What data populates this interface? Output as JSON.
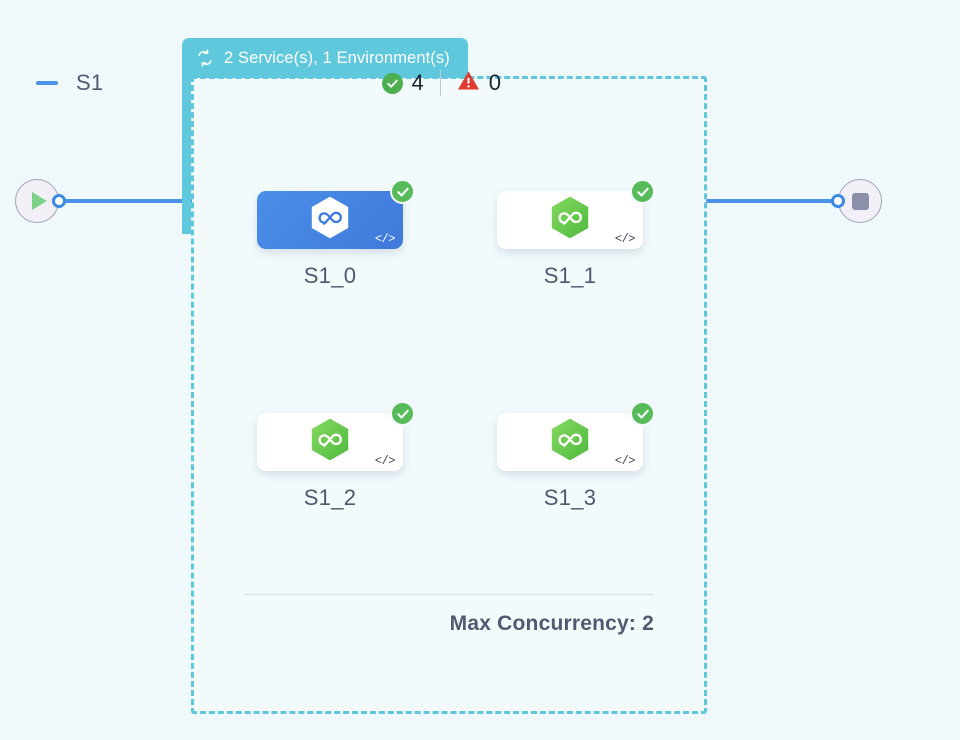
{
  "canvas": {
    "background_color": "#eff8fb",
    "accent_teal": "#5fc8dd",
    "accent_blue": "#4c92e8",
    "status_ok_color": "#4caf50",
    "status_error_color": "#e03b2f"
  },
  "start_node": {
    "icon": "play-icon",
    "label": ""
  },
  "end_node": {
    "icon": "stop-icon",
    "label": ""
  },
  "group": {
    "tab_label": "2 Service(s), 1 Environment(s)",
    "tab_icon": "loop-icon",
    "collapse_icon": "minus-icon",
    "title": "S1",
    "status": {
      "ok_icon": "check-circle-icon",
      "ok_count": "4",
      "error_icon": "warning-triangle-icon",
      "error_count": "0"
    },
    "footer": {
      "concurrency_label": "Max Concurrency: 2"
    }
  },
  "nodes": [
    {
      "id": "S1_0",
      "label": "S1_0",
      "selected": true,
      "status_icon": "check-badge-icon",
      "code_icon": "code-icon",
      "logo_icon": "hexagon-infinity-icon"
    },
    {
      "id": "S1_1",
      "label": "S1_1",
      "selected": false,
      "status_icon": "check-badge-icon",
      "code_icon": "code-icon",
      "logo_icon": "hexagon-infinity-icon"
    },
    {
      "id": "S1_2",
      "label": "S1_2",
      "selected": false,
      "status_icon": "check-badge-icon",
      "code_icon": "code-icon",
      "logo_icon": "hexagon-infinity-icon"
    },
    {
      "id": "S1_3",
      "label": "S1_3",
      "selected": false,
      "status_icon": "check-badge-icon",
      "code_icon": "code-icon",
      "logo_icon": "hexagon-infinity-icon"
    }
  ]
}
